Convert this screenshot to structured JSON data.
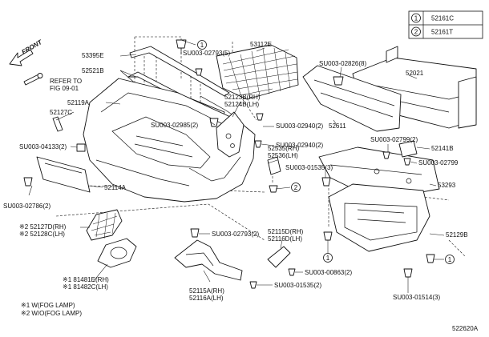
{
  "legend": [
    {
      "marker": "1",
      "part": "52161C"
    },
    {
      "marker": "2",
      "part": "52161T"
    }
  ],
  "front_label": "FRONT",
  "refer_note": [
    "REFER TO",
    "FIG 09-01"
  ],
  "parts": {
    "p53395E": "53395E",
    "p52521B": "52521B",
    "p52119A": "52119A",
    "p52127C": "52127C",
    "p52114A": "52114A",
    "p52127D": "※2 52127D(RH)",
    "p52128C": "※2 52128C(LH)",
    "p181481E": "※1 81481E(RH)",
    "p181482C": "※1 81482C(LH)",
    "p53112E": "53112E",
    "p52123B": "52123B(RH)",
    "p52124B": "52124B(LH)",
    "p52535": "52535(RH)",
    "p52536": "52536(LH)",
    "p52021": "52021",
    "p52611": "52611",
    "p52141B": "52141B",
    "p53293": "53293",
    "p52129B": "52129B",
    "p52115D": "52115D(RH)",
    "p52116D": "52116D(LH)",
    "p52115A": "52115A(RH)",
    "p52116A": "52116A(LH)"
  },
  "fasteners": {
    "f1": "SU003-02793(5)",
    "f2": "SU003-02985(2)",
    "f3": "SU003-02940(2)",
    "f4": "SU003-02940(2)",
    "f5": "SU003-04133(2)",
    "f6": "SU003-02786(2)",
    "f7": "SU003-02826(8)",
    "f8": "SU003-02799(2)",
    "f9": "SU003-02799",
    "f10": "SU003-01535(3)",
    "f11": "SU003-02793(2)",
    "f12": "SU003-00863(2)",
    "f13": "SU003-01535(2)",
    "f14": "SU003-01514(3)"
  },
  "footnotes": [
    "※1 W(FOG LAMP)",
    "※2 W/O(FOG LAMP)"
  ],
  "figure_id": "522620A"
}
